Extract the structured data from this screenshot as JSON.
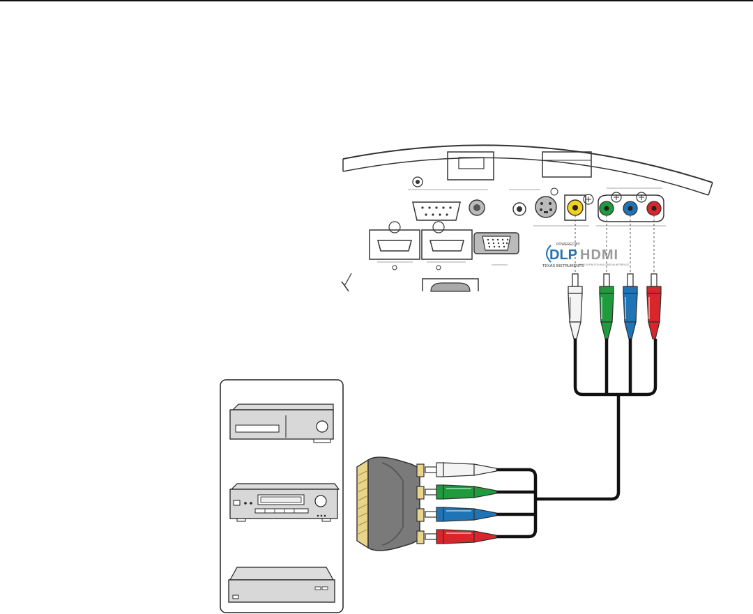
{
  "logos": {
    "dlp_line1": "POWERED BY",
    "dlp_main": "DLP",
    "dlp_line2": "TEXAS INSTRUMENTS",
    "hdmi_main": "HDMI",
    "hdmi_sub": "HIGH-DEFINITION MULTIMEDIA INTERFACE"
  },
  "colors": {
    "video": "#f2d21a",
    "green": "#1f9a3c",
    "blue": "#1f74b6",
    "red": "#d8262a",
    "white_plug": "#f4f4f4",
    "scart": "#7a7a7a",
    "scart_pins": "#e8d48a",
    "cable": "#111111"
  },
  "icons": [
    "rca-plug-icon",
    "scart-adapter-icon",
    "vcr-icon",
    "av-receiver-icon",
    "dvd-player-icon"
  ]
}
